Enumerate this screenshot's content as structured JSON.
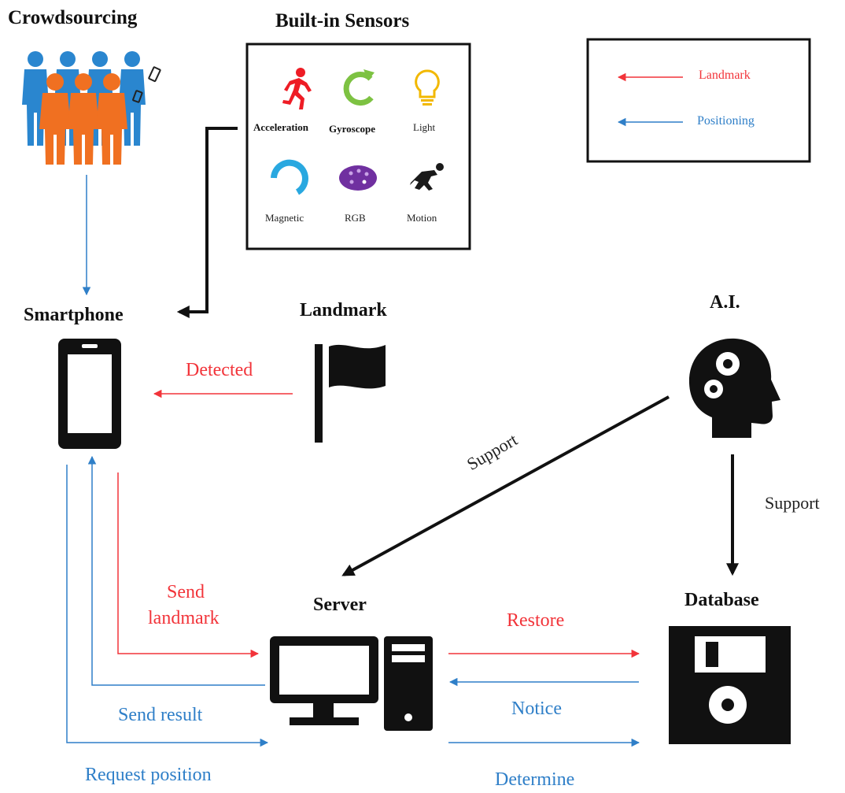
{
  "nodes": {
    "crowdsourcing": "Crowdsourcing",
    "built_in_sensors": "Built-in Sensors",
    "smartphone": "Smartphone",
    "landmark": "Landmark",
    "ai": "A.I.",
    "server": "Server",
    "database": "Database"
  },
  "sensors": [
    {
      "label": "Acceleration",
      "icon": "running-person-icon",
      "color": "#ee1c25"
    },
    {
      "label": "Gyroscope",
      "icon": "rotate-arrow-icon",
      "color": "#7dc242"
    },
    {
      "label": "Light",
      "icon": "light-bulb-icon",
      "color": "#f2b800"
    },
    {
      "label": "Magnetic",
      "icon": "magnet-icon",
      "color": "#29a8e0"
    },
    {
      "label": "RGB",
      "icon": "color-palette-icon",
      "color": "#7030a0"
    },
    {
      "label": "Motion",
      "icon": "sprinter-icon",
      "color": "#1a1a1a"
    }
  ],
  "legend": {
    "landmark": "Landmark",
    "positioning": "Positioning"
  },
  "edges": {
    "detected": "Detected",
    "support_server": "Support",
    "support_database": "Support",
    "send_landmark_1": "Send",
    "send_landmark_2": "landmark",
    "restore": "Restore",
    "notice": "Notice",
    "send_result": "Send result",
    "request_position": "Request position",
    "determine": "Determine"
  },
  "colors": {
    "landmark_flow": "#f2343a",
    "positioning_flow": "#2f7fc8",
    "support_flow": "#111111",
    "crowd_blue": "#2a86cf",
    "crowd_orange": "#f07021"
  }
}
